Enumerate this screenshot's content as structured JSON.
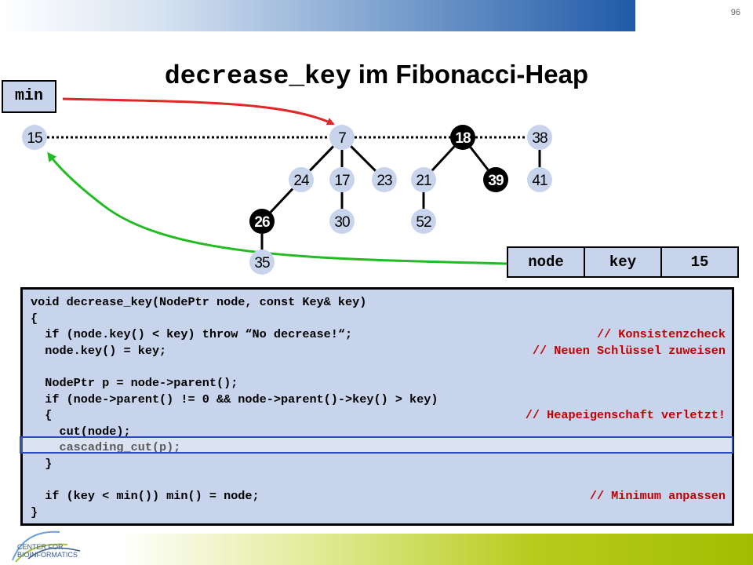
{
  "page_number": "96",
  "title": {
    "mono": "decrease_key",
    "rest": " im Fibonacci-Heap"
  },
  "min_label": "min",
  "nodes": [
    {
      "id": "n15",
      "label": "15",
      "marked": false
    },
    {
      "id": "n7",
      "label": "7",
      "marked": false
    },
    {
      "id": "n18",
      "label": "18",
      "marked": true
    },
    {
      "id": "n38",
      "label": "38",
      "marked": false
    },
    {
      "id": "n24",
      "label": "24",
      "marked": false
    },
    {
      "id": "n17",
      "label": "17",
      "marked": false
    },
    {
      "id": "n23",
      "label": "23",
      "marked": false
    },
    {
      "id": "n21",
      "label": "21",
      "marked": false
    },
    {
      "id": "n39",
      "label": "39",
      "marked": true
    },
    {
      "id": "n41",
      "label": "41",
      "marked": false
    },
    {
      "id": "n26",
      "label": "26",
      "marked": true
    },
    {
      "id": "n30",
      "label": "30",
      "marked": false
    },
    {
      "id": "n52",
      "label": "52",
      "marked": false
    },
    {
      "id": "n35",
      "label": "35",
      "marked": false
    }
  ],
  "node_key": {
    "node": "node",
    "key": "key",
    "value": "15"
  },
  "code": [
    {
      "text": "void decrease_key(NodePtr node, const Key& key)",
      "comment": ""
    },
    {
      "text": "{",
      "comment": ""
    },
    {
      "text": "  if (node.key() < key) throw “No decrease!“;",
      "comment": "// Konsistenzcheck"
    },
    {
      "text": "  node.key() = key;",
      "comment": "// Neuen Schlüssel zuweisen"
    },
    {
      "text": "",
      "comment": ""
    },
    {
      "text": "  NodePtr p = node->parent();",
      "comment": ""
    },
    {
      "text": "  if (node->parent() != 0 && node->parent()->key() > key)",
      "comment": ""
    },
    {
      "text": "  {",
      "comment": "// Heapeigenschaft verletzt!"
    },
    {
      "text": "    cut(node);",
      "comment": ""
    },
    {
      "text": "    cascading_cut(p);",
      "comment": ""
    },
    {
      "text": "  }",
      "comment": ""
    },
    {
      "text": "",
      "comment": ""
    },
    {
      "text": "  if (key < min()) min() = node;",
      "comment": "// Minimum anpassen"
    },
    {
      "text": "}",
      "comment": ""
    }
  ],
  "colors": {
    "node_fill": "#c8d4ec",
    "marked_fill": "#000000",
    "min_arrow": "#e02828",
    "move_arrow": "#22bb22",
    "highlight_border": "#2d4bc0",
    "comment": "#c00000"
  },
  "logo": {
    "line1": "CENTER FOR",
    "line2": "BIOINFORMATICS"
  }
}
